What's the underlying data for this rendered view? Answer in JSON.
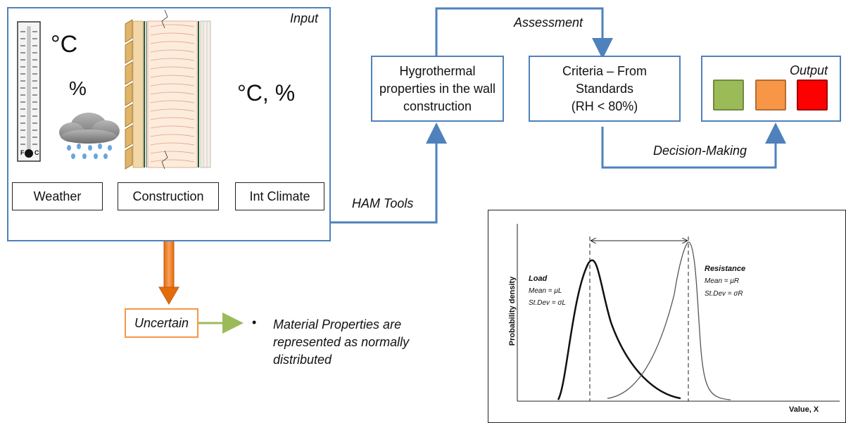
{
  "input_panel": {
    "title": "Input",
    "temp_symbol": "°C",
    "humidity_symbol": "%",
    "interior_symbol": "°C, %",
    "thermometer_scale": "F C",
    "labels": {
      "weather": "Weather",
      "construction": "Construction",
      "int_climate": "Int Climate"
    }
  },
  "flow": {
    "ham_tools": "HAM Tools",
    "assessment": "Assessment",
    "decision_making": "Decision-Making",
    "hygrothermal": "Hygrothermal properties in the wall construction",
    "criteria": "Criteria – From Standards",
    "criteria_rh": "(RH < 80%)",
    "output": "Output",
    "output_colors": [
      "#9bbb59",
      "#f79646",
      "#ff0000"
    ]
  },
  "uncertain": {
    "label": "Uncertain",
    "bullet": "•",
    "note": "Material Properties are represented as normally distributed"
  },
  "chart_data": {
    "type": "line",
    "xlabel": "Value, X",
    "ylabel": "Probability density",
    "series": [
      {
        "name": "Load",
        "mean_label": "Mean = μL",
        "sd_label": "St.Dev = σL"
      },
      {
        "name": "Resistance",
        "mean_label": "Mean = μR",
        "sd_label": "St.Dev = σR"
      }
    ]
  },
  "colors": {
    "blue": "#4f81bd",
    "orange": "#e36c09",
    "green": "#9bbb59"
  }
}
